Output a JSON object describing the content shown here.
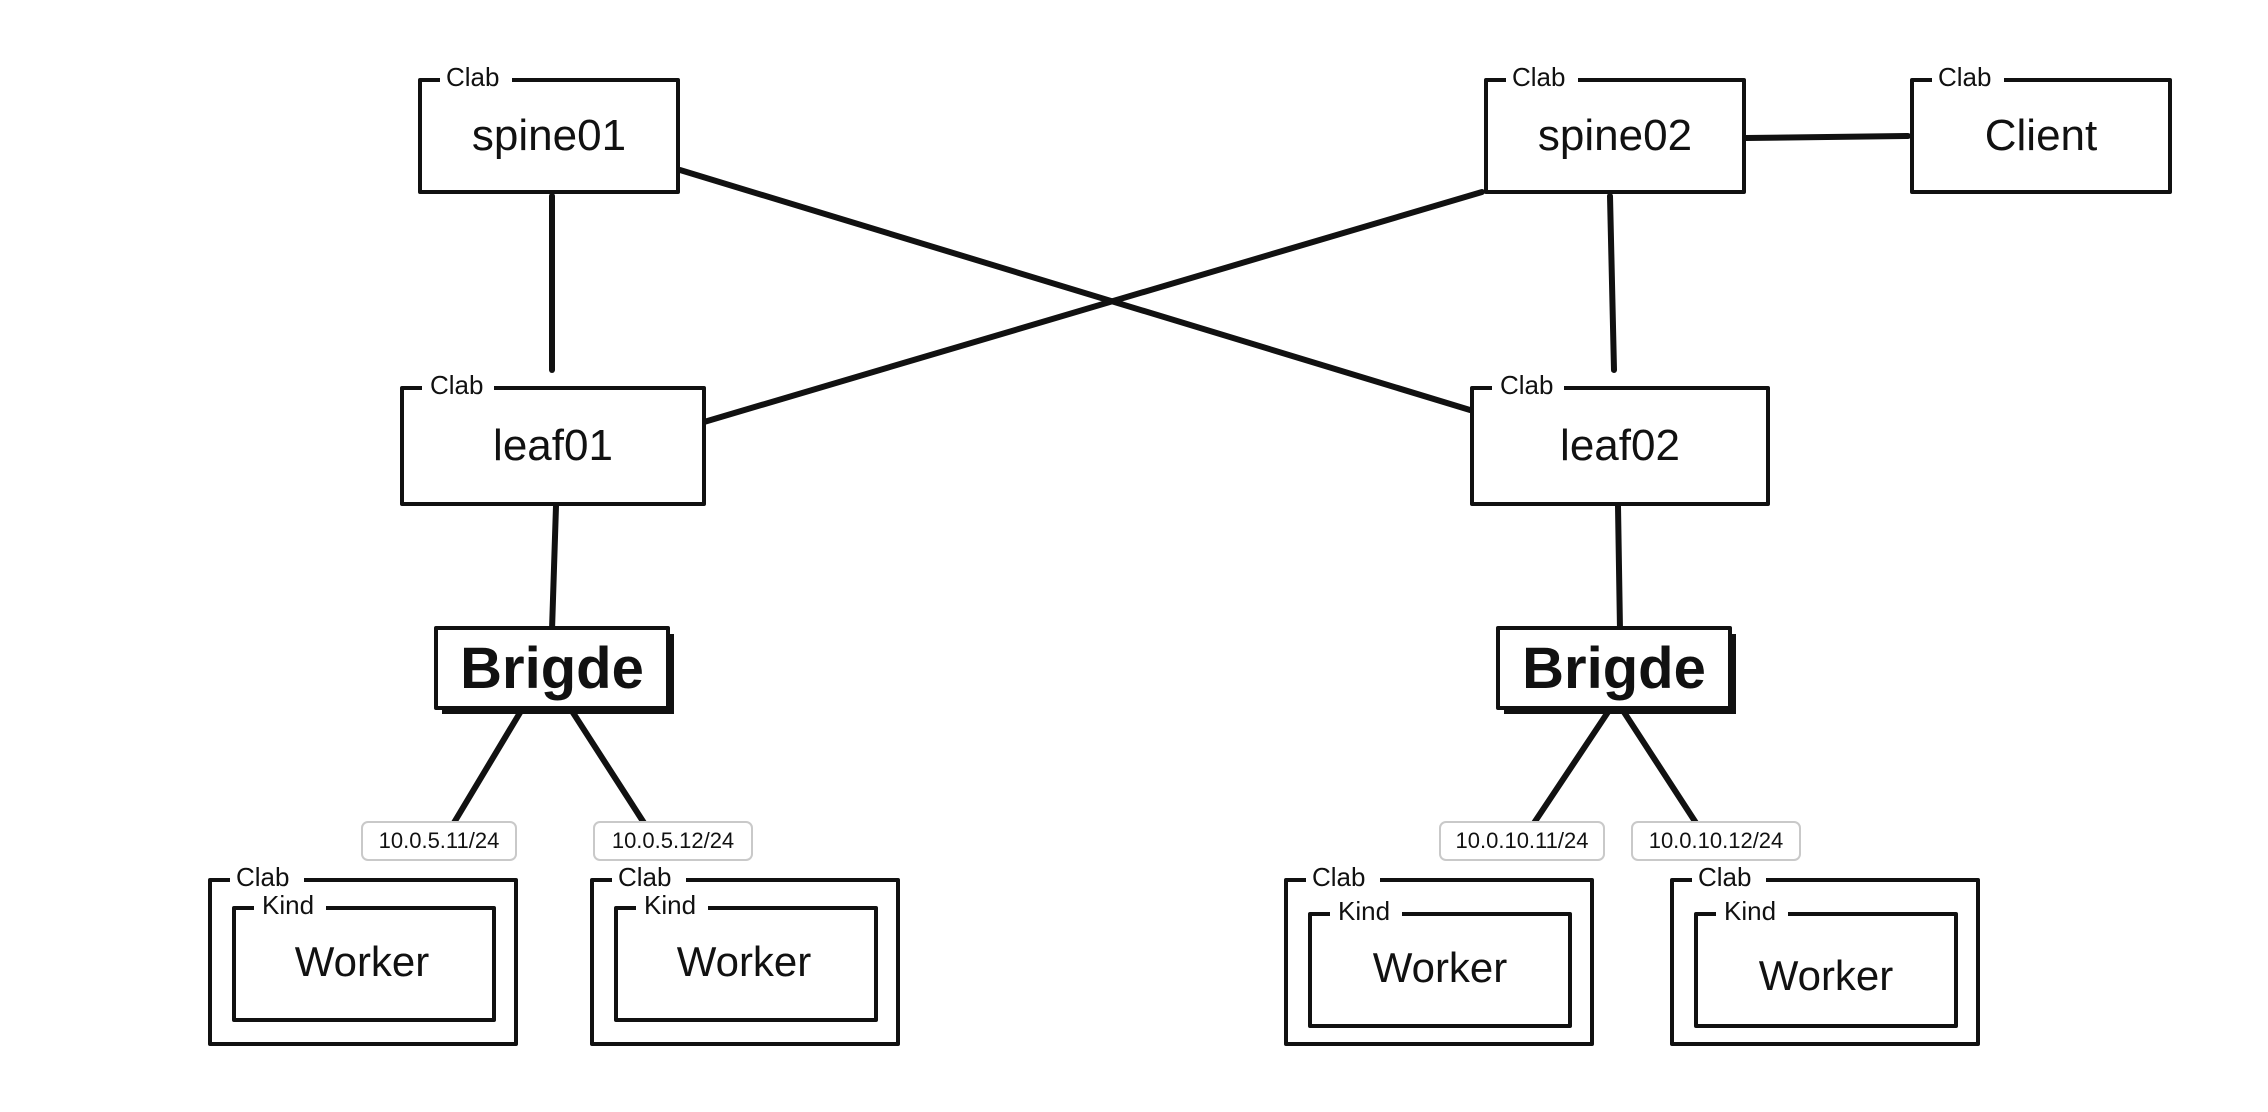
{
  "nodes": {
    "spine01": {
      "tag": "Clab",
      "label": "spine01"
    },
    "spine02": {
      "tag": "Clab",
      "label": "spine02"
    },
    "client": {
      "tag": "Clab",
      "label": "Client"
    },
    "leaf01": {
      "tag": "Clab",
      "label": "leaf01"
    },
    "leaf02": {
      "tag": "Clab",
      "label": "leaf02"
    },
    "bridge_left": {
      "label": "Brigde"
    },
    "bridge_right": {
      "label": "Brigde"
    },
    "worker1": {
      "outer_tag": "Clab",
      "inner_tag": "Kind",
      "label": "Worker",
      "ip": "10.0.5.11/24"
    },
    "worker2": {
      "outer_tag": "Clab",
      "inner_tag": "Kind",
      "label": "Worker",
      "ip": "10.0.5.12/24"
    },
    "worker3": {
      "outer_tag": "Clab",
      "inner_tag": "Kind",
      "label": "Worker",
      "ip": "10.0.10.11/24"
    },
    "worker4": {
      "outer_tag": "Clab",
      "inner_tag": "Kind",
      "label": "Worker",
      "ip": "10.0.10.12/24"
    }
  }
}
